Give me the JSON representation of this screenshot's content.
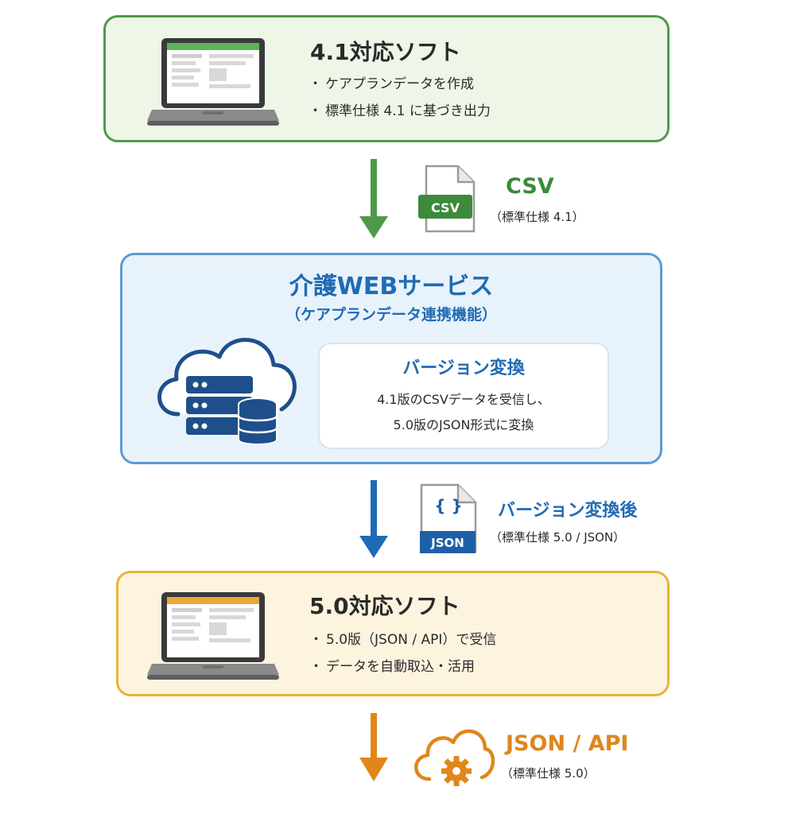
{
  "software_41": {
    "title": "4.1対応ソフト",
    "bullets": [
      "ケアプランデータを作成",
      "標準仕様 4.1 に基づき出力"
    ]
  },
  "transfer_csv": {
    "file_badge": "CSV",
    "label": "CSV",
    "sublabel": "（標準仕様 4.1）"
  },
  "web_service": {
    "title": "介護WEBサービス",
    "subtitle": "（ケアプランデータ連携機能）",
    "conversion": {
      "title": "バージョン変換",
      "lines": [
        "4.1版のCSVデータを受信し、",
        "5.0版のJSON形式に変換"
      ]
    }
  },
  "transfer_json": {
    "file_glyph": "{ }",
    "file_badge": "JSON",
    "label": "バージョン変換後",
    "sublabel": "（標準仕様 5.0 / JSON）"
  },
  "software_50": {
    "title": "5.0対応ソフト",
    "bullets": [
      "5.0版（JSON / API）で受信",
      "データを自動取込・活用"
    ]
  },
  "output_api": {
    "label": "JSON / API",
    "sublabel": "（標準仕様 5.0）"
  },
  "colors": {
    "green": "#4e9a4a",
    "blue": "#1f6bb5",
    "yellow": "#e8b33a",
    "orange": "#e0861a"
  },
  "icons": [
    "laptop-icon",
    "csv-file-icon",
    "cloud-server-icon",
    "database-icon",
    "json-file-icon",
    "cloud-gear-icon"
  ]
}
